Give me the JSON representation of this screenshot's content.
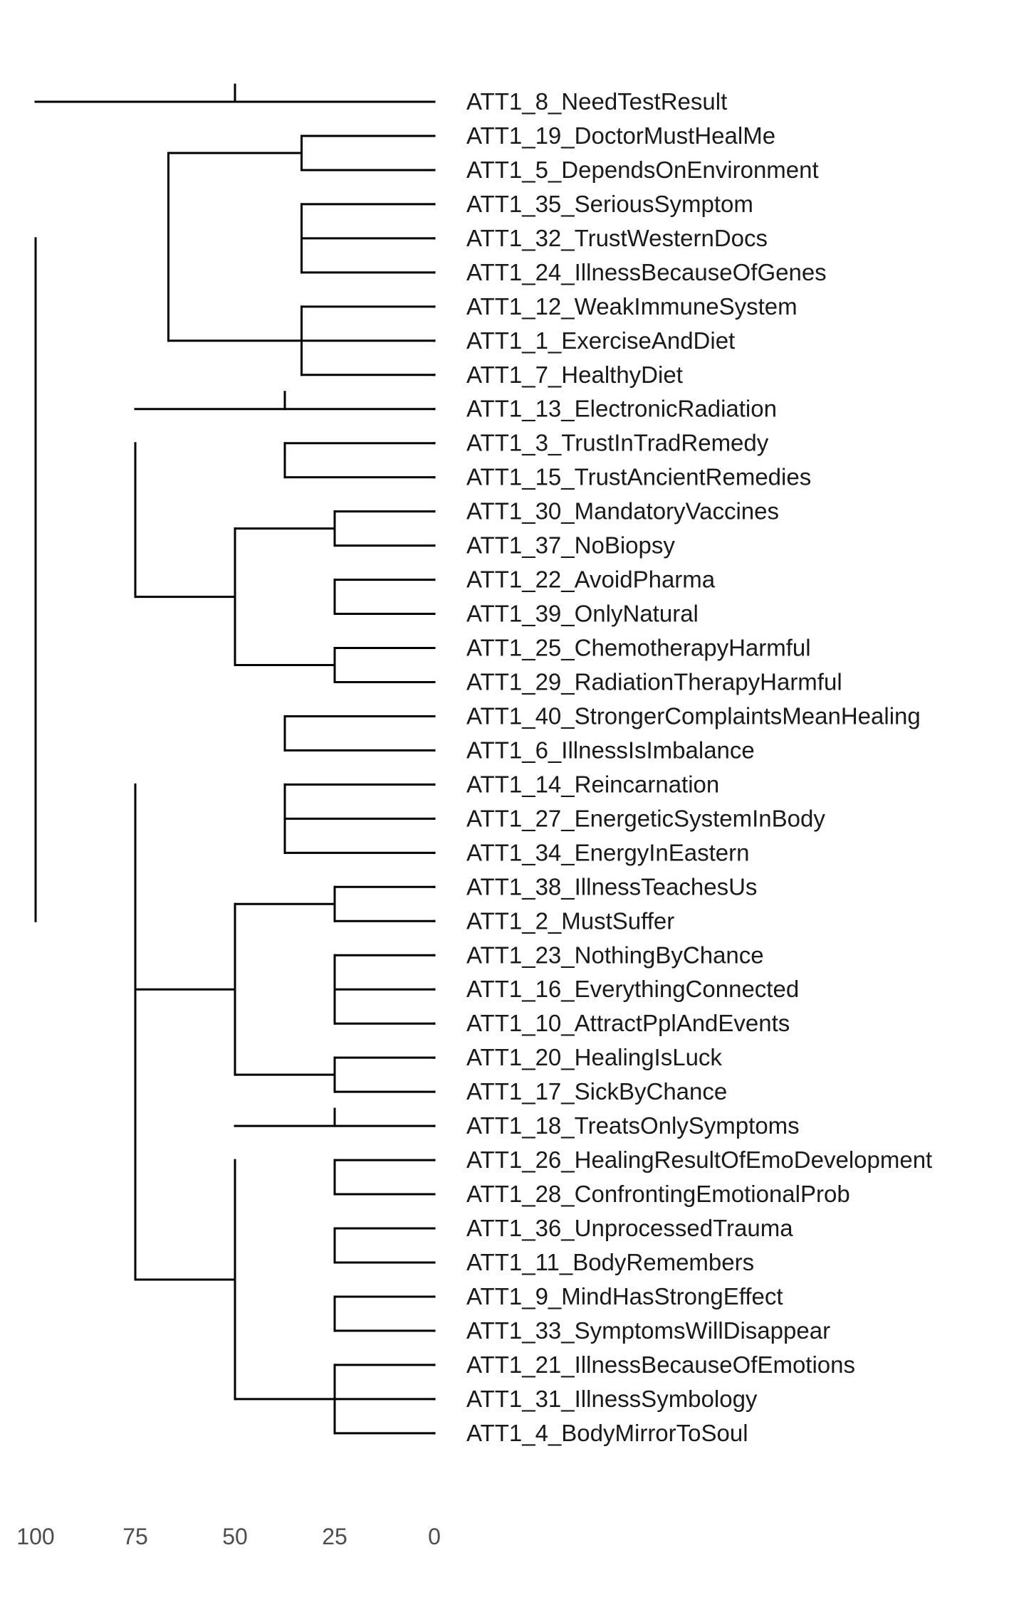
{
  "chart_data": {
    "type": "dendrogram",
    "orientation": "horizontal",
    "leaves": [
      "ATT1_8_NeedTestResult",
      "ATT1_19_DoctorMustHealMe",
      "ATT1_5_DependsOnEnvironment",
      "ATT1_35_SeriousSymptom",
      "ATT1_32_TrustWesternDocs",
      "ATT1_24_IllnessBecauseOfGenes",
      "ATT1_12_WeakImmuneSystem",
      "ATT1_1_ExerciseAndDiet",
      "ATT1_7_HealthyDiet",
      "ATT1_13_ElectronicRadiation",
      "ATT1_3_TrustInTradRemedy",
      "ATT1_15_TrustAncientRemedies",
      "ATT1_30_MandatoryVaccines",
      "ATT1_37_NoBiopsy",
      "ATT1_22_AvoidPharma",
      "ATT1_39_OnlyNatural",
      "ATT1_25_ChemotherapyHarmful",
      "ATT1_29_RadiationTherapyHarmful",
      "ATT1_40_StrongerComplaintsMeanHealing",
      "ATT1_6_IllnessIsImbalance",
      "ATT1_14_Reincarnation",
      "ATT1_27_EnergeticSystemInBody",
      "ATT1_34_EnergyInEastern",
      "ATT1_38_IllnessTeachesUs",
      "ATT1_2_MustSuffer",
      "ATT1_23_NothingByChance",
      "ATT1_16_EverythingConnected",
      "ATT1_10_AttractPplAndEvents",
      "ATT1_20_HealingIsLuck",
      "ATT1_17_SickByChance",
      "ATT1_18_TreatsOnlySymptoms",
      "ATT1_26_HealingResultOfEmoDevelopment",
      "ATT1_28_ConfrontingEmotionalProb",
      "ATT1_36_UnprocessedTrauma",
      "ATT1_11_BodyRemembers",
      "ATT1_9_MindHasStrongEffect",
      "ATT1_33_SymptomsWillDisappear",
      "ATT1_21_IllnessBecauseOfEmotions",
      "ATT1_31_IllnessSymbology",
      "ATT1_4_BodyMirrorToSoul"
    ],
    "merges": [
      {
        "height": 100,
        "left": [
          0,
          8
        ],
        "right": [
          9,
          39
        ]
      },
      {
        "height": 50,
        "left": [
          0,
          0
        ],
        "right": [
          0,
          0
        ],
        "stub": true
      },
      {
        "height": 66.7,
        "left": [
          1,
          2
        ],
        "right": [
          6,
          8
        ]
      },
      {
        "height": 33.3,
        "left": [
          1,
          1
        ],
        "right": [
          2,
          2
        ]
      },
      {
        "height": 33.3,
        "left": [
          3,
          3
        ],
        "right": [
          5,
          5
        ]
      },
      {
        "height": 33.3,
        "left": [
          6,
          6
        ],
        "right": [
          8,
          8
        ]
      },
      {
        "height": 75,
        "left": [
          9,
          11
        ],
        "right": [
          12,
          17
        ]
      },
      {
        "height": 37.5,
        "left": [
          9,
          9
        ],
        "right": [
          9,
          9
        ],
        "stub": true
      },
      {
        "height": 37.5,
        "left": [
          10,
          10
        ],
        "right": [
          11,
          11
        ]
      },
      {
        "height": 50,
        "left": [
          12,
          13
        ],
        "right": [
          16,
          17
        ]
      },
      {
        "height": 25,
        "left": [
          12,
          12
        ],
        "right": [
          13,
          13
        ]
      },
      {
        "height": 25,
        "left": [
          14,
          14
        ],
        "right": [
          15,
          15
        ]
      },
      {
        "height": 25,
        "left": [
          16,
          16
        ],
        "right": [
          17,
          17
        ]
      },
      {
        "height": 75,
        "left": [
          18,
          22
        ],
        "right": [
          23,
          39
        ]
      },
      {
        "height": 37.5,
        "left": [
          18,
          18
        ],
        "right": [
          19,
          19
        ]
      },
      {
        "height": 37.5,
        "left": [
          20,
          20
        ],
        "right": [
          22,
          22
        ]
      },
      {
        "height": 75,
        "left": [
          23,
          29
        ],
        "right": [
          30,
          39
        ]
      },
      {
        "height": 50,
        "left": [
          23,
          24
        ],
        "right": [
          28,
          29
        ]
      },
      {
        "height": 25,
        "left": [
          23,
          23
        ],
        "right": [
          24,
          24
        ]
      },
      {
        "height": 25,
        "left": [
          25,
          25
        ],
        "right": [
          27,
          27
        ]
      },
      {
        "height": 25,
        "left": [
          28,
          28
        ],
        "right": [
          29,
          29
        ]
      },
      {
        "height": 50,
        "left": [
          30,
          32
        ],
        "right": [
          37,
          39
        ]
      },
      {
        "height": 25,
        "left": [
          30,
          30
        ],
        "right": [
          30,
          30
        ],
        "stub": true
      },
      {
        "height": 25,
        "left": [
          31,
          31
        ],
        "right": [
          32,
          32
        ]
      },
      {
        "height": 25,
        "left": [
          33,
          33
        ],
        "right": [
          34,
          34
        ]
      },
      {
        "height": 25,
        "left": [
          35,
          35
        ],
        "right": [
          36,
          36
        ]
      },
      {
        "height": 25,
        "left": [
          37,
          37
        ],
        "right": [
          39,
          39
        ]
      }
    ],
    "xaxis": {
      "ticks": [
        100,
        75,
        50,
        25,
        0
      ],
      "tick_labels": [
        "100",
        "75",
        "50",
        "25",
        "0"
      ],
      "range": [
        100,
        0
      ],
      "label": ""
    },
    "title": "",
    "grid": false,
    "legend": "none"
  }
}
